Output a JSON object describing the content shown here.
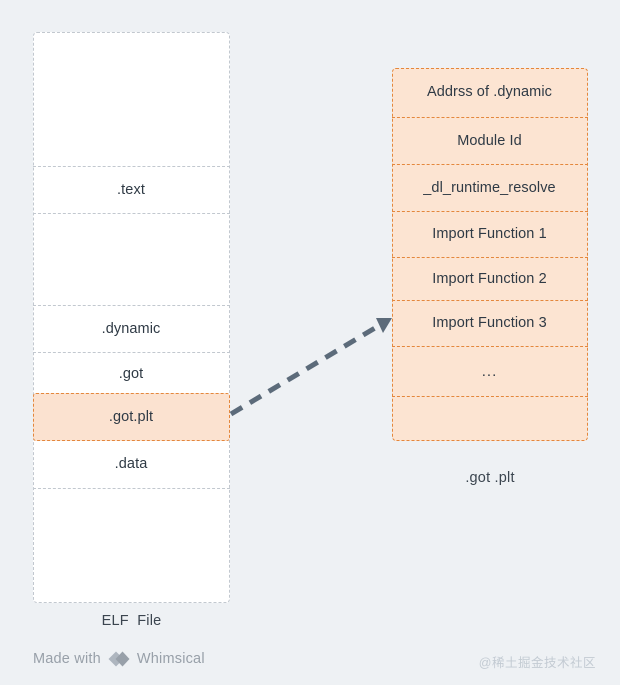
{
  "canvas": {
    "background": "#eef1f4",
    "accent_orange": "#e4873c",
    "accent_fill": "#fce4d2",
    "neutral_border": "#c2c8cf",
    "arrow_color": "#5c6b7a"
  },
  "elf": {
    "caption": "ELF  File",
    "rows": [
      {
        "label": "",
        "name": "elf-row-blank-top"
      },
      {
        "label": ".text",
        "name": "elf-row-text"
      },
      {
        "label": "",
        "name": "elf-row-blank-mid"
      },
      {
        "label": ".dynamic",
        "name": "elf-row-dynamic"
      },
      {
        "label": ".got",
        "name": "elf-row-got"
      },
      {
        "label": ".got.plt",
        "name": "elf-row-got-plt"
      },
      {
        "label": ".data",
        "name": "elf-row-data"
      },
      {
        "label": "",
        "name": "elf-row-blank-bottom"
      }
    ],
    "highlighted_row": ".got.plt"
  },
  "got_plt": {
    "caption": ".got .plt",
    "rows": [
      {
        "label": "Addrss of .dynamic"
      },
      {
        "label": "Module Id"
      },
      {
        "label": "_dl_runtime_resolve"
      },
      {
        "label": "Import Function 1"
      },
      {
        "label": "Import Function 2"
      },
      {
        "label": "Import Function 3"
      },
      {
        "label": "..."
      },
      {
        "label": ""
      }
    ]
  },
  "connector": {
    "from": ".got.plt",
    "to": "Import Function 3",
    "style": "dashed-arrow"
  },
  "footer": {
    "made_with": "Made with",
    "brand": "Whimsical",
    "watermark": "@稀土掘金技术社区"
  }
}
